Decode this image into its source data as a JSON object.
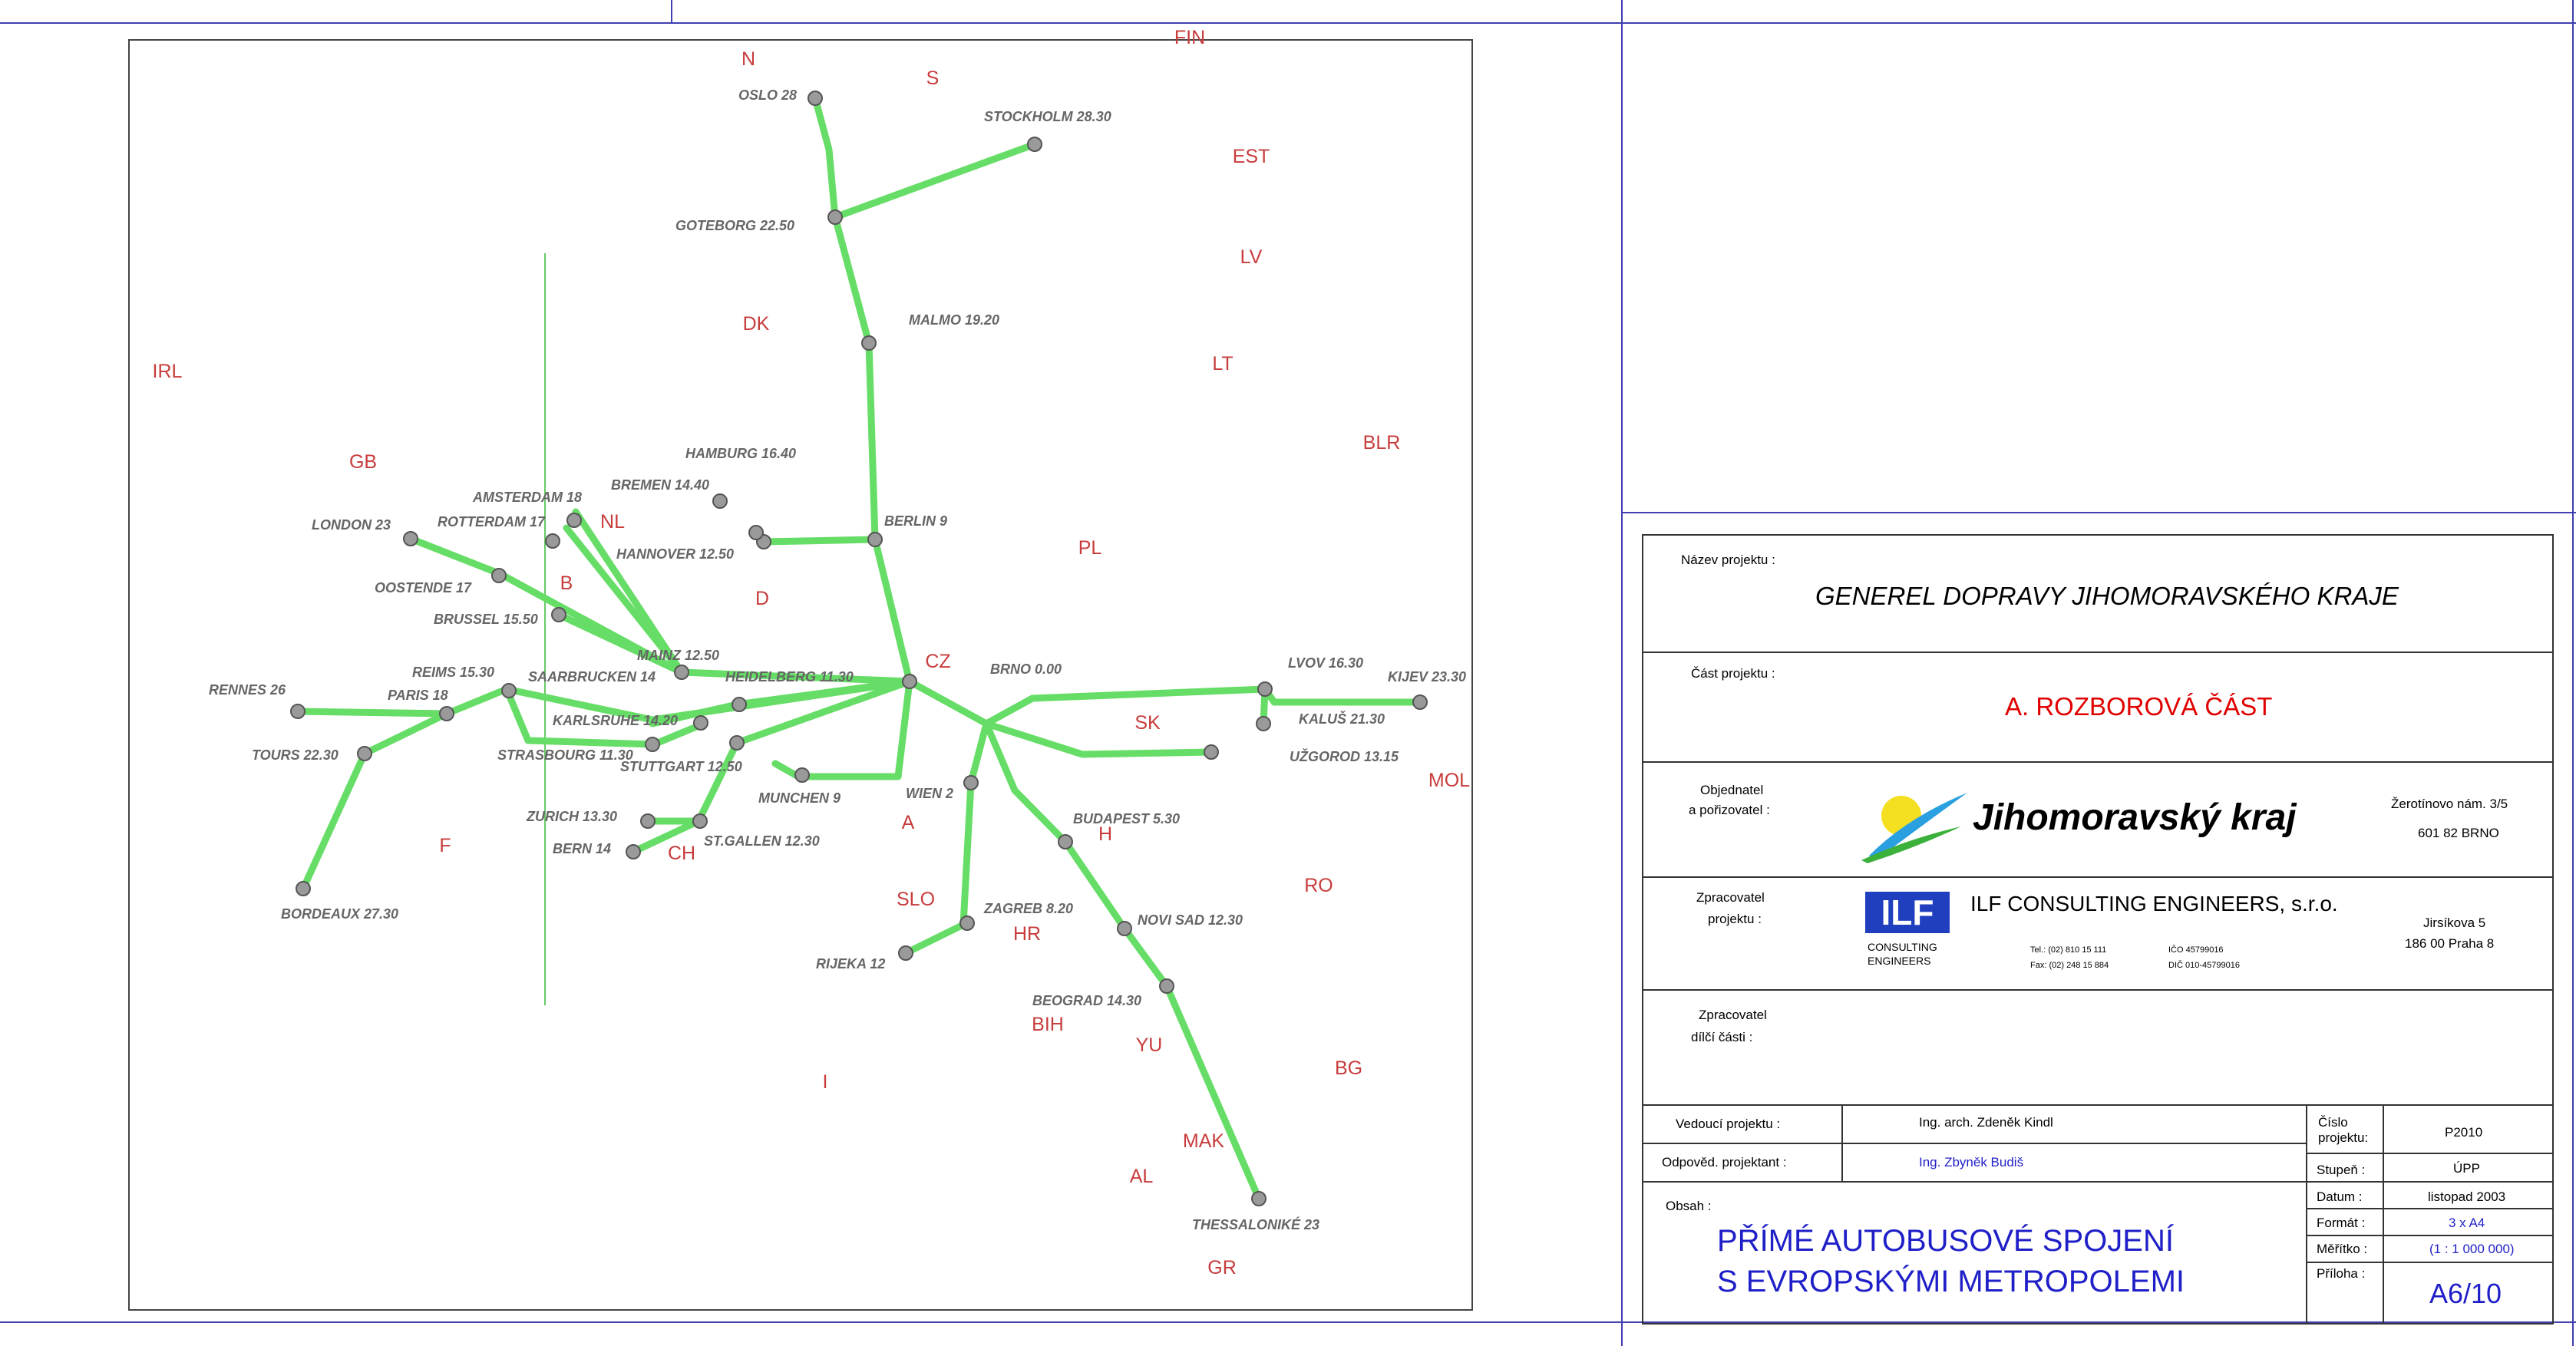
{
  "map_labels": {
    "countries": [
      "N",
      "S",
      "FIN",
      "EST",
      "LV",
      "LT",
      "DK",
      "IRL",
      "GB",
      "BLR",
      "NL",
      "PL",
      "B",
      "D",
      "CZ",
      "SK",
      "MOL",
      "A",
      "F",
      "CH",
      "H",
      "SLO",
      "HR",
      "RO",
      "BIH",
      "YU",
      "BG",
      "I",
      "MAK",
      "AL",
      "GR"
    ],
    "cities": [
      "OSLO 28",
      "STOCKHOLM 28.30",
      "GOTEBORG 22.50",
      "MALMO 19.20",
      "HAMBURG 16.40",
      "BREMEN 14.40",
      "AMSTERDAM 18",
      "ROTTERDAM 17",
      "LONDON 23",
      "HANNOVER 12.50",
      "BERLIN 9",
      "OOSTENDE 17",
      "BRUSSEL 15.50",
      "MAINZ 12.50",
      "REIMS 15.30",
      "SAARBRUCKEN 14",
      "HEIDELBERG 11.30",
      "BRNO 0.00",
      "LVOV 16.30",
      "KIJEV 23.30",
      "RENNES 26",
      "PARIS 18",
      "KARLSRUHE 14.20",
      "KALUŠ 21.30",
      "STRASBOURG 11.30",
      "STUTTGART 12.50",
      "UŽGOROD 13.15",
      "TOURS 22.30",
      "MUNCHEN 9",
      "WIEN 2",
      "ZURICH 13.30",
      "BUDAPEST 5.30",
      "BERN 14",
      "ST.GALLEN 12.30",
      "BORDEAUX 27.30",
      "ZAGREB 8.20",
      "NOVI SAD 12.30",
      "RIJEKA 12",
      "BEOGRAD 14.30",
      "THESSALONIKÉ 23"
    ]
  },
  "colors": {
    "route": "#66dd66",
    "country": "#c83c3c",
    "city": "#666666",
    "border": "#4040b0"
  },
  "title_block": {
    "nazev_label": "Název projektu :",
    "nazev": "GENEREL DOPRAVY JIHOMORAVSKÉHO KRAJE",
    "cast_label": "Část projektu :",
    "cast": "A. ROZBOROVÁ ČÁST",
    "objednatel_label1": "Objednatel",
    "objednatel_label2": "a pořizovatel :",
    "objednatel_name": "Jihomoravský kraj",
    "objednatel_addr1": "Žerotínovo nám. 3/5",
    "objednatel_addr2": "601 82 BRNO",
    "zprac_label1": "Zpracovatel",
    "zprac_label2": "projektu :",
    "zprac_logo": "ILF",
    "zprac_logo_sub1": "CONSULTING",
    "zprac_logo_sub2": "ENGINEERS",
    "zprac_name": "ILF CONSULTING ENGINEERS, s.r.o.",
    "zprac_tel": "Tel.: (02) 810 15 111",
    "zprac_fax": "Fax: (02) 248 15 884",
    "zprac_ico": "IČO 45799016",
    "zprac_dic": "DIČ 010-45799016",
    "zprac_addr1": "Jirsíkova 5",
    "zprac_addr2": "186 00 Praha 8",
    "dilci_label1": "Zpracovatel",
    "dilci_label2": "dílčí části :",
    "vedouci_label": "Vedoucí projektu :",
    "vedouci": "Ing. arch. Zdeněk Kindl",
    "odpov_label": "Odpověd. projektant :",
    "odpov": "Ing. Zbyněk Budiš",
    "cislo_label1": "Číslo",
    "cislo_label2": "projektu:",
    "cislo": "P2010",
    "stupen_label": "Stupeň :",
    "stupen": "ÚPP",
    "datum_label": "Datum :",
    "datum": "listopad 2003",
    "format_label": "Formát :",
    "format": "3 x A4",
    "meritko_label": "Měřítko :",
    "meritko": "(1 : 1 000 000)",
    "priloha_label": "Příloha :",
    "priloha": "A6/10",
    "obsah_label": "Obsah :",
    "obsah1": "PŘÍMÉ AUTOBUSOVÉ SPOJENÍ",
    "obsah2": "S EVROPSKÝMI METROPOLEMI"
  }
}
